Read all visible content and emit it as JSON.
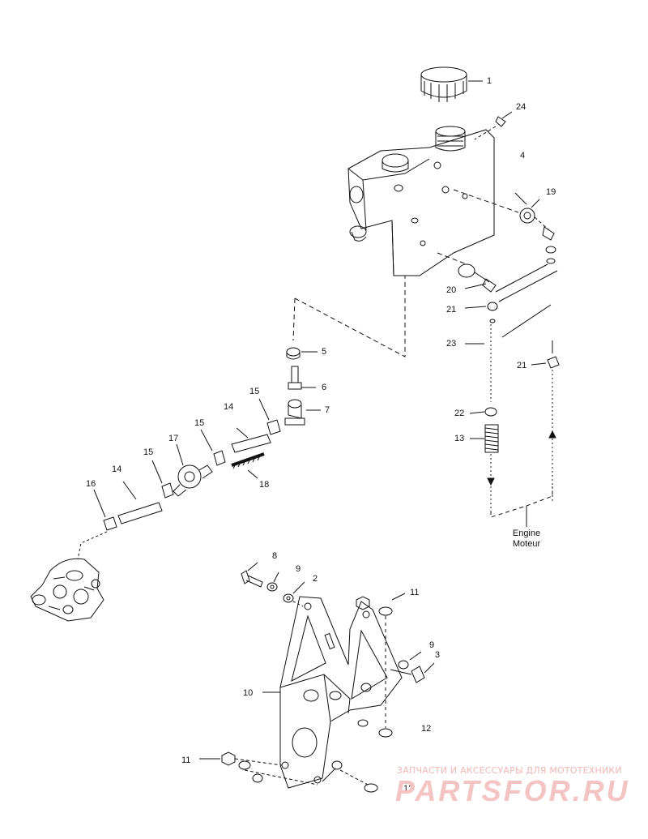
{
  "callouts": [
    {
      "id": "c1",
      "text": "1"
    },
    {
      "id": "c24",
      "text": "24"
    },
    {
      "id": "c4",
      "text": "4"
    },
    {
      "id": "c19",
      "text": "19"
    },
    {
      "id": "c20",
      "text": "20"
    },
    {
      "id": "c21a",
      "text": "21"
    },
    {
      "id": "c23",
      "text": "23"
    },
    {
      "id": "c21b",
      "text": "21"
    },
    {
      "id": "c5",
      "text": "5"
    },
    {
      "id": "c6",
      "text": "6"
    },
    {
      "id": "c7",
      "text": "7"
    },
    {
      "id": "c15a",
      "text": "15"
    },
    {
      "id": "c14a",
      "text": "14"
    },
    {
      "id": "c15b",
      "text": "15"
    },
    {
      "id": "c17",
      "text": "17"
    },
    {
      "id": "c15c",
      "text": "15"
    },
    {
      "id": "c14b",
      "text": "14"
    },
    {
      "id": "c16",
      "text": "16"
    },
    {
      "id": "c18",
      "text": "18"
    },
    {
      "id": "c22",
      "text": "22"
    },
    {
      "id": "c13",
      "text": "13"
    },
    {
      "id": "c8",
      "text": "8"
    },
    {
      "id": "c9a",
      "text": "9"
    },
    {
      "id": "c2",
      "text": "2"
    },
    {
      "id": "c11a",
      "text": "11"
    },
    {
      "id": "c9b",
      "text": "9"
    },
    {
      "id": "c3",
      "text": "3"
    },
    {
      "id": "c10",
      "text": "10"
    },
    {
      "id": "c12a",
      "text": "12"
    },
    {
      "id": "c11b",
      "text": "11"
    },
    {
      "id": "c12b",
      "text": "12"
    }
  ],
  "engine_label": {
    "line1": "Engine",
    "line2": "Moteur"
  },
  "watermark": {
    "tagline": "ЗАПЧАСТИ И АКСЕССУАРЫ ДЛЯ МОТОТЕХНИКИ",
    "logo": "PARTSFOR.RU"
  },
  "colors": {
    "ink": "#111111",
    "watermark": "#f2b7b7"
  }
}
